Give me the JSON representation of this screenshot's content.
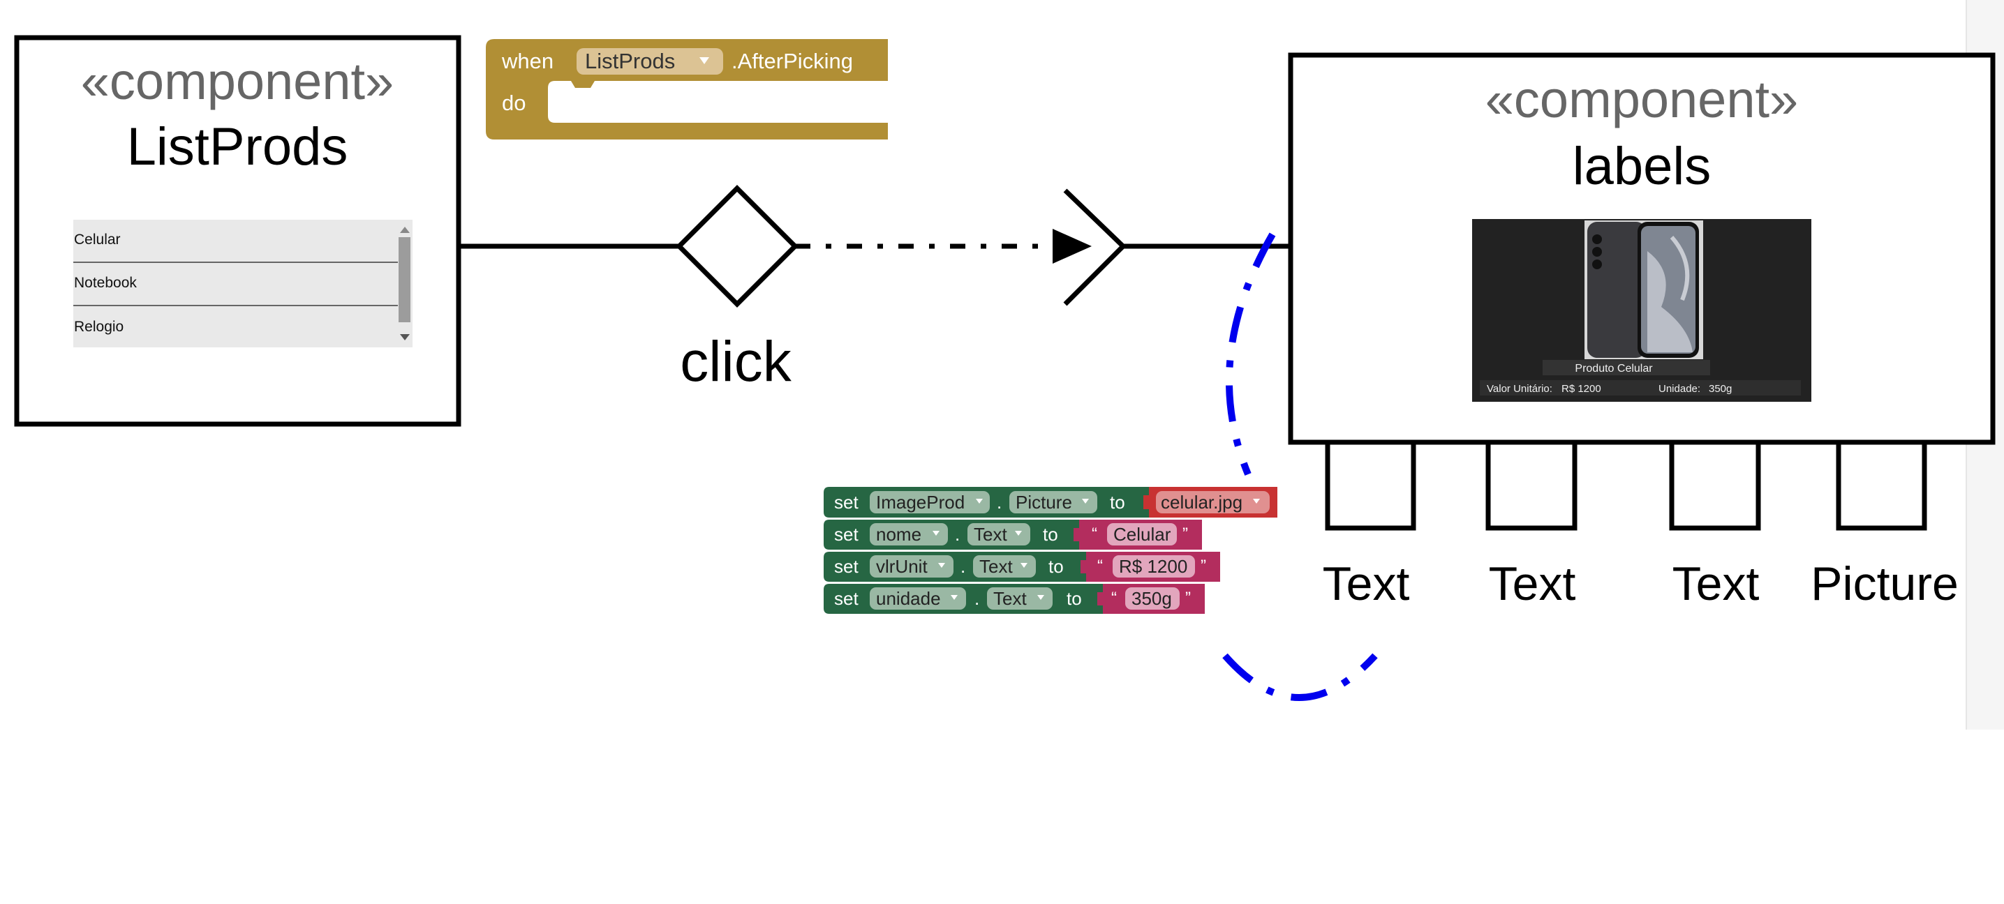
{
  "left_component": {
    "stereotype": "«component»",
    "name": "ListProds",
    "list_items": [
      "Celular",
      "Notebook",
      "Relogio"
    ]
  },
  "event_block": {
    "keyword_when": "when",
    "component": "ListProds",
    "event": ".AfterPicking",
    "keyword_do": "do"
  },
  "connector": {
    "label": "click"
  },
  "right_component": {
    "stereotype": "«component»",
    "name": "labels",
    "preview": {
      "product_label": "Produto Celular",
      "price_caption": "Valor Unitário:",
      "price_value": "R$ 1200",
      "unit_caption": "Unidade:",
      "unit_value": "350g"
    },
    "ports": [
      "Text",
      "Text",
      "Text",
      "Picture"
    ]
  },
  "set_blocks": [
    {
      "kw": "set",
      "component": "ImageProd",
      "dot": ".",
      "property": "Picture",
      "to": "to",
      "value": "celular.jpg",
      "value_kind": "dropdown"
    },
    {
      "kw": "set",
      "component": "nome",
      "dot": ".",
      "property": "Text",
      "to": "to",
      "value": "Celular",
      "value_kind": "text"
    },
    {
      "kw": "set",
      "component": "vlrUnit",
      "dot": ".",
      "property": "Text",
      "to": "to",
      "value": "R$ 1200",
      "value_kind": "text"
    },
    {
      "kw": "set",
      "component": "unidade",
      "dot": ".",
      "property": "Text",
      "to": "to",
      "value": "350g",
      "value_kind": "text"
    }
  ],
  "quote_open": "“",
  "quote_close": "”",
  "colors": {
    "event_block": "#b18f35",
    "set_block": "#266643",
    "text_block": "#b32d5e",
    "dropdown_value_block": "#c83232",
    "dashed_curve": "#0000ee",
    "stereotype_text": "#666666"
  }
}
